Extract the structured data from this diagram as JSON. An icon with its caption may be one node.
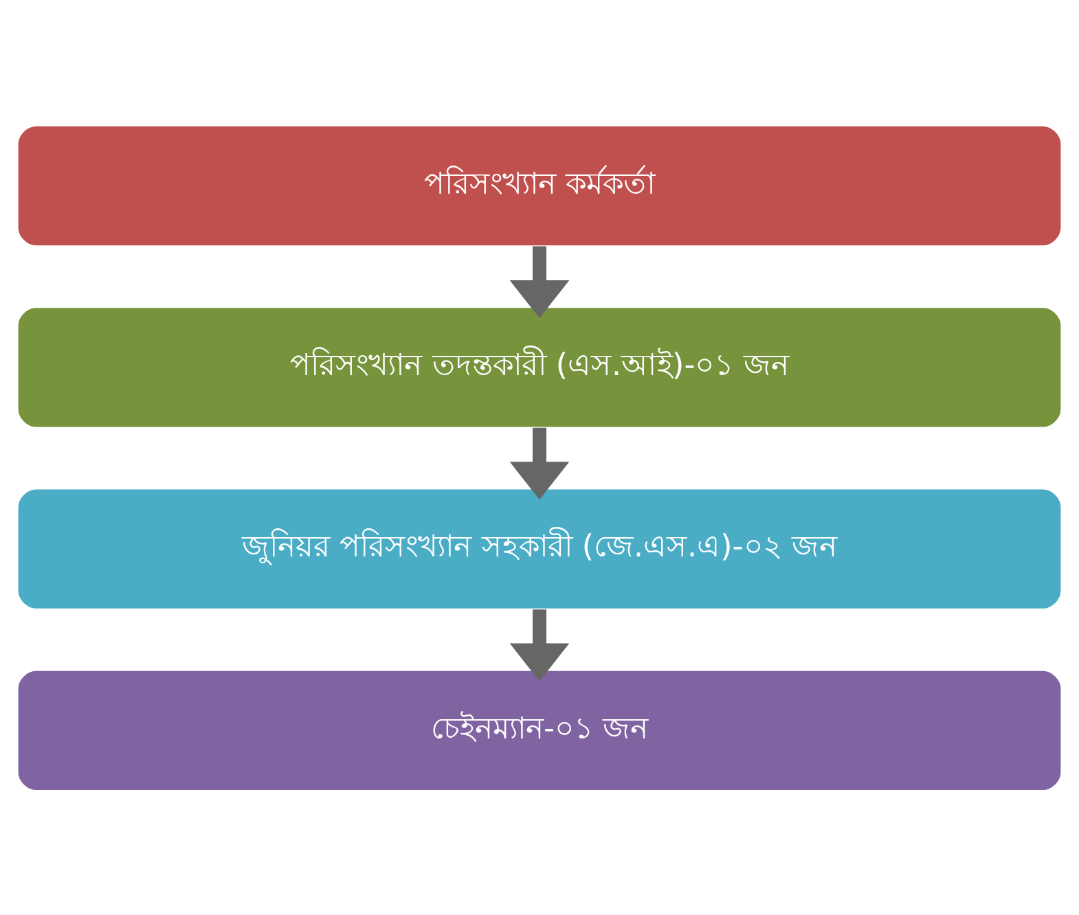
{
  "diagram": {
    "nodes": [
      {
        "text": [
          "পরিসংখ্যান কর্মকর্তা"
        ]
      },
      {
        "text": [
          "পরিসংখ্যান তদন্তকারী (এস.আই)-০১ জন"
        ]
      },
      {
        "text": [
          "জুনিয়র পরিসংখ্যান সহকারী (জে.এস.এ)-০২ জন"
        ]
      },
      {
        "text": [
          "চেইনম্যান-০১ জন"
        ]
      }
    ],
    "edges": [
      {
        "from": 0,
        "to": 1,
        "arrow": "to"
      },
      {
        "from": 1,
        "to": 2,
        "arrow": "to"
      },
      {
        "from": 2,
        "to": 3,
        "arrow": "to"
      }
    ]
  }
}
